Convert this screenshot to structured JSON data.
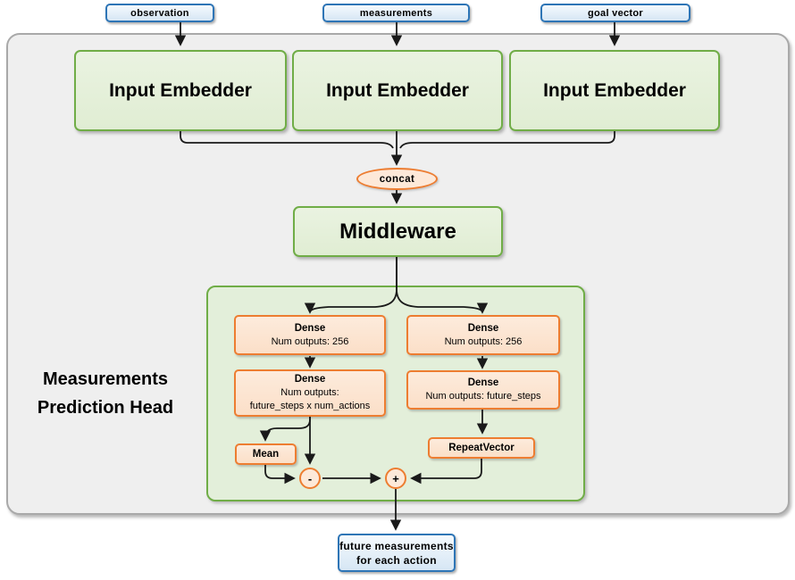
{
  "figure": {
    "inputs": [
      {
        "label": "observation"
      },
      {
        "label": "measurements"
      },
      {
        "label": "goal vector"
      }
    ],
    "embedders": [
      {
        "label": "Input Embedder"
      },
      {
        "label": "Input Embedder"
      },
      {
        "label": "Input Embedder"
      }
    ],
    "concat": {
      "label": "concat"
    },
    "middleware": {
      "label": "Middleware"
    },
    "prediction_head": {
      "title": "Measurements Prediction Head",
      "left_branch": {
        "dense1": {
          "title": "Dense",
          "subtitle": "Num outputs: 256"
        },
        "dense2": {
          "title": "Dense",
          "subtitle_line1": "Num outputs:",
          "subtitle_line2": "future_steps x num_actions"
        },
        "mean": {
          "label": "Mean"
        },
        "minus": {
          "label": "-"
        }
      },
      "right_branch": {
        "dense1": {
          "title": "Dense",
          "subtitle": "Num outputs: 256"
        },
        "dense2": {
          "title": "Dense",
          "subtitle": "Num outputs: future_steps"
        },
        "repeat_vector": {
          "label": "RepeatVector"
        },
        "plus": {
          "label": "+"
        }
      }
    },
    "output": {
      "line1": "future measurements",
      "line2": "for each action"
    },
    "colors": {
      "blue_border": "#2E75B6",
      "blue_fill": "#DDEBF7",
      "green_border": "#70AD47",
      "green_fill": "#E3EFDA",
      "orange_border": "#ED7D31",
      "orange_fill": "#FCE5D2",
      "outer_container_fill": "#EFEFEF",
      "outer_container_border": "#A9A9A9",
      "line_color": "#1A1A1A"
    }
  }
}
